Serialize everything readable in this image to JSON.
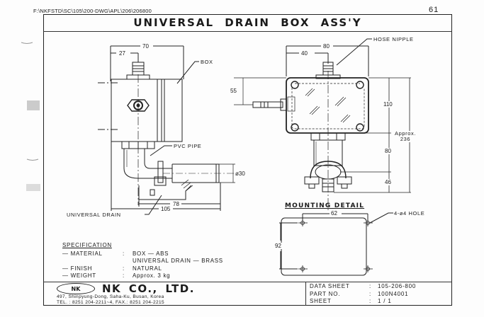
{
  "header": {
    "file_path": "F:\\NKFSTD\\SC\\105\\200-DWG\\APL\\206\\206800",
    "page_number": "61",
    "title": "UNIVERSAL DRAIN BOX ASS'Y"
  },
  "side_view": {
    "labels": {
      "box": "BOX",
      "pvc_pipe": "PVC PIPE",
      "universal_drain": "UNIVERSAL DRAIN"
    },
    "dimensions": {
      "width_total": "70",
      "nipple_offset": "27",
      "drain_length": "78",
      "overall_length": "105",
      "pipe_diameter": "ø30"
    }
  },
  "front_view": {
    "labels": {
      "hose_nipple": "HOSE NIPPLE",
      "approx_line1": "Approx.",
      "approx_line2": "236"
    },
    "dimensions": {
      "width": "80",
      "nipple_offset": "40",
      "side_nipple_height": "55",
      "box_height": "110",
      "pipe_length": "80",
      "drain_height": "46"
    }
  },
  "mounting_detail": {
    "title": "MOUNTING DETAIL",
    "hole_label": "4-ø4 HOLE",
    "width": "62",
    "height": "92"
  },
  "specification": {
    "heading": "SPECIFICATION",
    "rows": [
      {
        "key": "— MATERIAL",
        "sep": ":",
        "value": "BOX — ABS"
      },
      {
        "key": "",
        "sep": "",
        "value": "UNIVERSAL DRAIN — BRASS"
      },
      {
        "key": "— FINISH",
        "sep": ":",
        "value": "NATURAL"
      },
      {
        "key": "— WEIGHT",
        "sep": ":",
        "value": "Approx. 3 kg"
      }
    ]
  },
  "company": {
    "logo_text": "NK",
    "name": "NK CO., LTD.",
    "address": "497, Shinpyung-Dong, Saha-Ku, Busan, Korea",
    "contact": "TEL. : 8251 204-2211~4, FAX.: 8251 204-2215"
  },
  "datasheet": {
    "rows": [
      {
        "key": "DATA SHEET",
        "sep": ":",
        "value": "105-206-800"
      },
      {
        "key": "PART NO.",
        "sep": ":",
        "value": "100N4001"
      },
      {
        "key": "SHEET",
        "sep": ":",
        "value": "1 / 1"
      }
    ]
  }
}
